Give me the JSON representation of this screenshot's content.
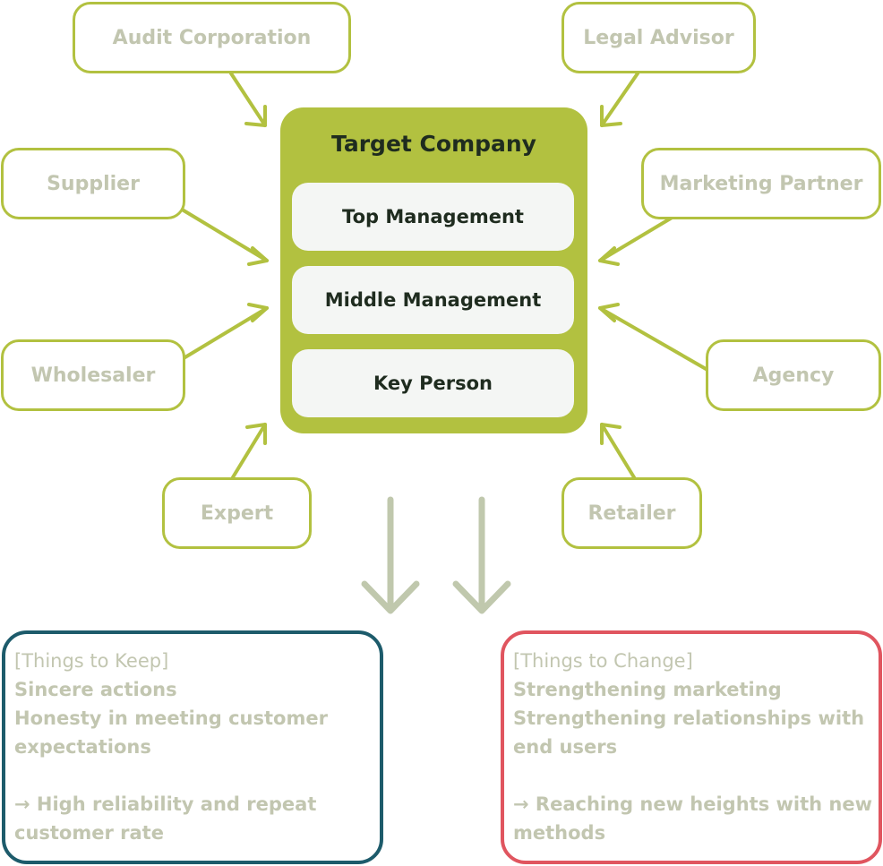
{
  "diagram": {
    "center": {
      "title": "Target Company",
      "levels": [
        "Top Management",
        "Middle Management",
        "Key Person"
      ]
    },
    "stakeholders": {
      "audit": "Audit Corporation",
      "legal": "Legal Advisor",
      "supplier": "Supplier",
      "marketing": "Marketing Partner",
      "wholesaler": "Wholesaler",
      "agency": "Agency",
      "expert": "Expert",
      "retailer": "Retailer"
    },
    "keep": {
      "heading": "[Things to Keep]",
      "lines": [
        "Sincere actions",
        "Honesty in meeting customer",
        "expectations"
      ],
      "result": [
        "→ High reliability and repeat",
        "customer rate"
      ]
    },
    "change": {
      "heading": "[Things to Change]",
      "lines": [
        "Strengthening marketing",
        "Strengthening relationships with",
        "end users"
      ],
      "result": [
        "→ Reaching new heights with new",
        "methods"
      ]
    },
    "colors": {
      "accent": "#b2c140",
      "stakeholder_text": "#c2c6b0",
      "down_arrow": "#c0c8ad",
      "keep_border": "#1d5b6b",
      "change_border": "#e0555f",
      "center_text": "#1f2c1f"
    }
  }
}
